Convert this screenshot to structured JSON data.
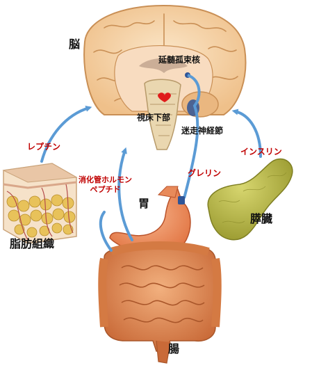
{
  "organs": {
    "brain": "脳",
    "stomach": "胃",
    "pancreas": "膵臓",
    "adipose": "脂肪組織",
    "intestine": "腸"
  },
  "structures": {
    "nts": "延髄孤束核",
    "hypothalamus": "視床下部",
    "vagus": "迷走神経節"
  },
  "hormones": {
    "leptin": "レプチン",
    "ghrelin": "グレリン",
    "insulin": "インスリン",
    "gut_peptide_line1": "消化管ホルモン",
    "gut_peptide_line2": "ペプチド"
  },
  "colors": {
    "arrow": "#5b9bd5",
    "hormone_text": "#c00000",
    "brain": "#f3cfa2",
    "stomach": "#f08f5f",
    "pancreas": "#b9b94a",
    "adipose": "#e8c25a",
    "intestine": "#d9844f"
  }
}
